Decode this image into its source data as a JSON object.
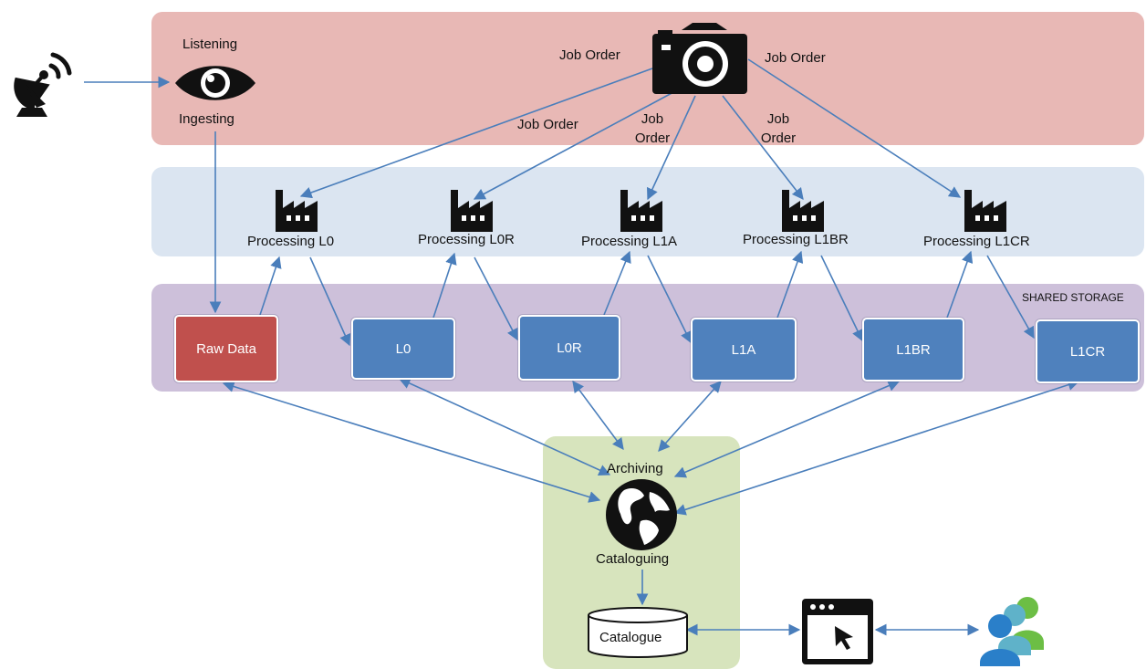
{
  "ingest": {
    "top": "Listening",
    "bottom": "Ingesting"
  },
  "job_orders": [
    "Job Order",
    "Job Order",
    "Job\nOrder",
    "Job\nOrder",
    "Job Order"
  ],
  "processors": [
    {
      "label": "Processing L0"
    },
    {
      "label": "Processing L0R"
    },
    {
      "label": "Processing L1A"
    },
    {
      "label": "Processing L1BR"
    },
    {
      "label": "Processing L1CR"
    }
  ],
  "storage": {
    "title": "SHARED STORAGE",
    "boxes": [
      "Raw Data",
      "L0",
      "L0R",
      "L1A",
      "L1BR",
      "L1CR"
    ]
  },
  "archive": {
    "top": "Archiving",
    "bottom": "Cataloguing",
    "db": "Catalogue"
  },
  "colors": {
    "top_band": "#e8b8b5",
    "processing_band": "#dbe5f1",
    "storage_band": "#cdc0da",
    "archive_panel": "#d7e4bd",
    "raw_box": "#c0504d",
    "product_box": "#4f81bd",
    "arrow": "#4a7ebb"
  },
  "icons": [
    "satellite-dish-icon",
    "eye-icon",
    "camera-icon",
    "factory-icon",
    "globe-icon",
    "database-icon",
    "browser-window-icon",
    "users-icon"
  ]
}
